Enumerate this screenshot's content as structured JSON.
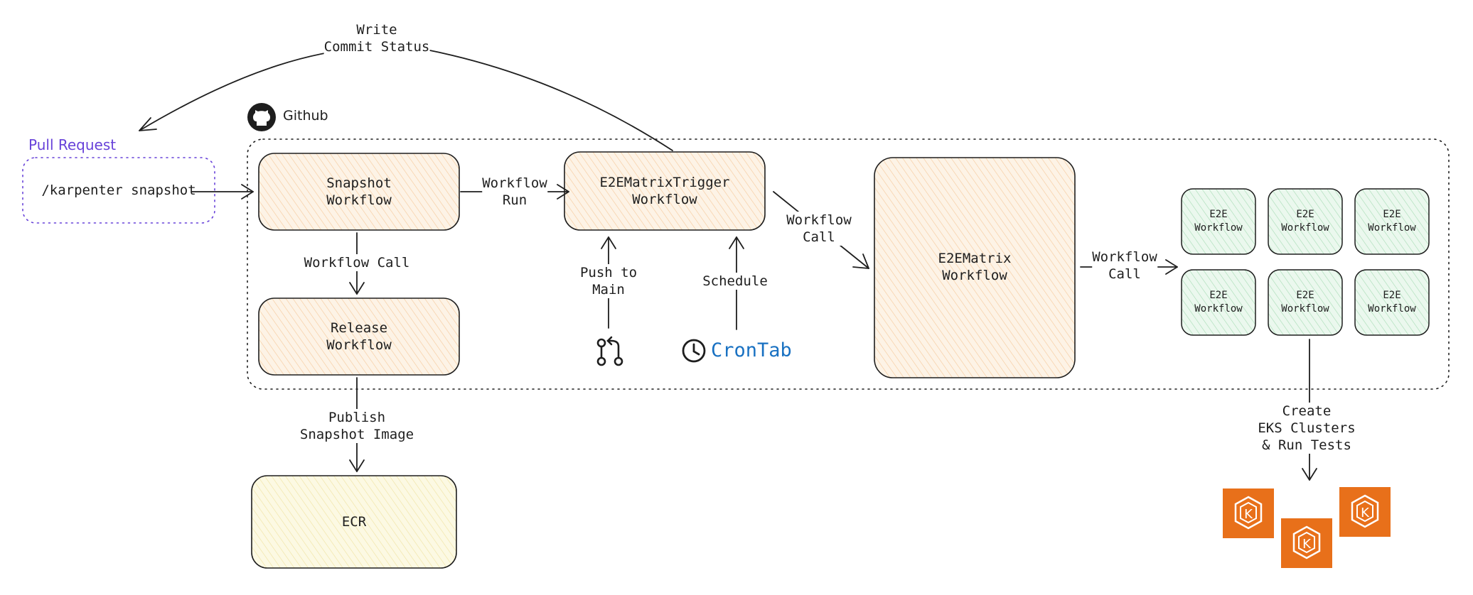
{
  "pull_request": {
    "title": "Pull Request",
    "command": "/karpenter snapshot"
  },
  "github": {
    "label": "Github",
    "icon": "github-icon"
  },
  "nodes": {
    "snapshot": "Snapshot\nWorkflow",
    "release": "Release\nWorkflow",
    "ecr": "ECR",
    "trigger": "E2EMatrixTrigger\nWorkflow",
    "matrix": "E2EMatrix\nWorkflow",
    "e2e": [
      "E2E\nWorkflow",
      "E2E\nWorkflow",
      "E2E\nWorkflow",
      "E2E\nWorkflow",
      "E2E\nWorkflow",
      "E2E\nWorkflow"
    ]
  },
  "edges": {
    "write_status": "Write\nCommit Status",
    "workflow_run": "Workflow\nRun",
    "workflow_call_release": "Workflow Call",
    "publish": "Publish\nSnapshot Image",
    "push_main": "Push to\nMain",
    "schedule": "Schedule",
    "workflow_call_matrix": "Workflow\nCall",
    "workflow_call_e2e": "Workflow\nCall",
    "create_eks": "Create\nEKS Clusters\n& Run Tests"
  },
  "icons": {
    "pull_request_icon": "git-pull-request-icon",
    "clock_icon": "clock-icon",
    "eks_icon": "eks-icon"
  },
  "cron_label": "CronTab",
  "eks_glyph": "K",
  "colors": {
    "box_orange_fill": "#fdf3e6",
    "box_orange_hatch": "#f5c89a",
    "box_yellow_fill": "#fcf9e3",
    "box_green_fill": "#ebf8ee",
    "box_green_hatch": "#a6dcb4",
    "pr_purple": "#6741d9",
    "cron_blue": "#1971c2",
    "eks_orange": "#e8701a"
  }
}
